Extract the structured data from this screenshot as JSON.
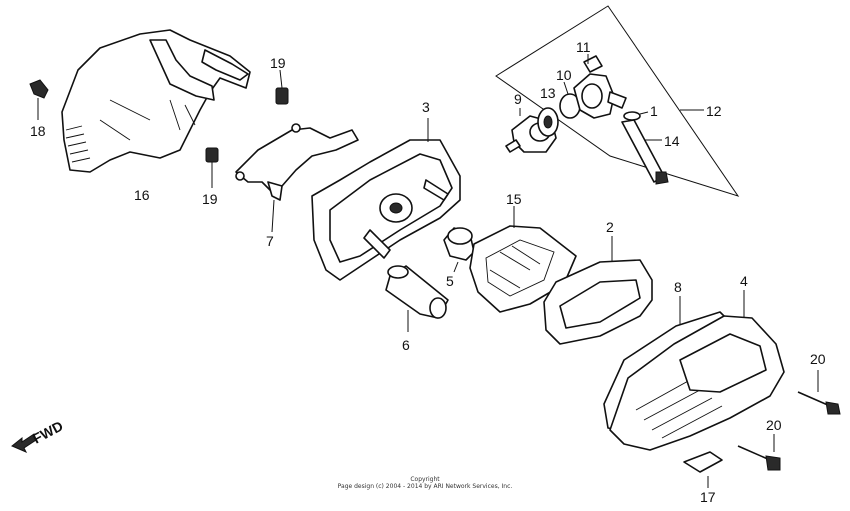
{
  "callouts": {
    "p1": "1",
    "p2": "2",
    "p3": "3",
    "p4": "4",
    "p5": "5",
    "p6": "6",
    "p7": "7",
    "p8": "8",
    "p9": "9",
    "p10": "10",
    "p11": "11",
    "p12": "12",
    "p13": "13",
    "p14": "14",
    "p15": "15",
    "p16": "16",
    "p17": "17",
    "p18": "18",
    "p19a": "19",
    "p19b": "19",
    "p20a": "20",
    "p20b": "20"
  },
  "fwd_label": "FWD",
  "copyright": {
    "line1": "Copyright",
    "line2": "Page design (c) 2004 - 2014 by ARI Network Services, Inc."
  }
}
